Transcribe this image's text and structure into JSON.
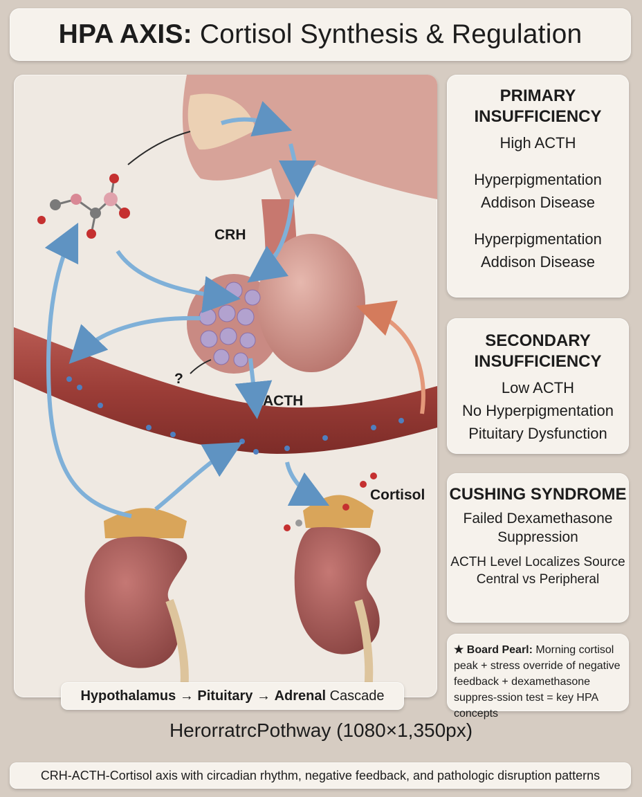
{
  "title": {
    "bold": "HPA AXIS:",
    "rest": " Cortisol Synthesis & Regulation"
  },
  "labels": {
    "crh": "CRH",
    "acth": "ACTH",
    "cortisol": "Cortisol",
    "question": "?"
  },
  "primary": {
    "heading": "PRIMARY INSUFFICIENCY",
    "line1": "High ACTH",
    "group1": [
      "Hyperpigmentation",
      "Addison Disease"
    ],
    "group2": [
      "Hyperpigmentation",
      "Addison Disease"
    ]
  },
  "secondary": {
    "heading": "SECONDARY INSUFFICIENCY",
    "lines": [
      "Low ACTH",
      "No Hyperpigmentation",
      "Pituitary Dysfunction"
    ]
  },
  "cushing": {
    "heading": "CUSHING SYNDROME",
    "lines_a": [
      "Failed Dexamethasone",
      "Suppression"
    ],
    "lines_b": [
      "ACTH Level Localizes Source",
      "Central vs Peripheral"
    ]
  },
  "pearl": {
    "star": "★",
    "label": "Board Pearl:",
    "text": "Morning cortisol peak + stress override of negative feedback + dexamethasone suppres-ssion test = key HPA concepts"
  },
  "cascade": {
    "part1": "Hypothalamus",
    "arrow1": " → ",
    "part2": "Pituitary",
    "arrow2": " → ",
    "part3": "Adrenal",
    "part4": " Cascade"
  },
  "pathway_caption": "HerorratrcPothway (1080×1,350px)",
  "footer": "CRH-ACTH-Cortisol axis with circadian rhythm, negative feedback, and pathologic disruption patterns",
  "colors": {
    "background": "#d6ccc2",
    "panel": "#f6f2ec",
    "tissue": "#c98a83",
    "vessel": "#a8463f",
    "kidney": "#9a524f",
    "adrenal": "#d9a55a",
    "feedback_arrow_blue": "#7fb0d8",
    "feedback_arrow_orange": "#e4987a"
  }
}
